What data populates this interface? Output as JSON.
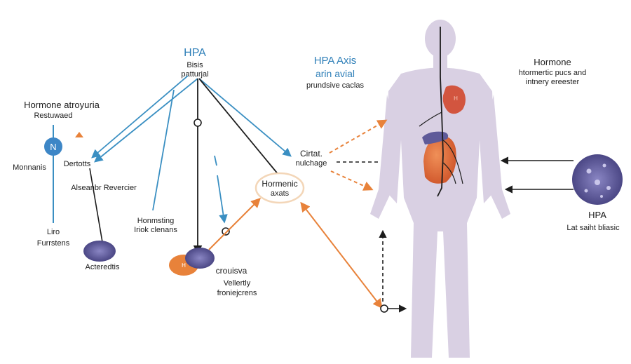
{
  "labels": {
    "hpa_title": "HPA",
    "bisis": "Bisis",
    "patturjal": "patturjal",
    "axis_title": "HPA Axis",
    "arin_avial": "arin avial",
    "prundsive": "prundsive caclas",
    "hormone_right": "Hormone",
    "hormone_desc_1": "htormertic pucs and",
    "hormone_desc_2": "intnery ereester",
    "hormone_left": "Hormone atroyuria",
    "restuwaed": "Restuwaed",
    "n_node": "N",
    "monnanis": "Monnanis",
    "dertotts": "Dertotts",
    "alseanbr": "Alseanbr Revercier",
    "hornsting_1": "Honmsting",
    "hornsting_2": "Iriok clenans",
    "liro": "Liro",
    "furrstens": "Furrstens",
    "acteredtis": "Acteredtis",
    "cirtat_1": "Cirtat.",
    "cirtat_2": "nulchage",
    "hormenic_1": "Hormenic",
    "hormenic_2": "axats",
    "crouisva": "crouisva",
    "vellertly_1": "Vellertly",
    "vellertly_2": "froniejcrens",
    "hpa_right": "HPA",
    "lat_sant": "Lat saiht bliasic",
    "small_badge": "H"
  },
  "colors": {
    "teal": "#3a8fc2",
    "title_blue": "#2e7fb8",
    "dark": "#1c1c1c",
    "orange": "#e8823a",
    "purple": "#5e5a99",
    "body": "#d9d0e3",
    "liver": "#e06a3a",
    "heart": "#d2553f",
    "node_blue": "#3d86c6"
  }
}
